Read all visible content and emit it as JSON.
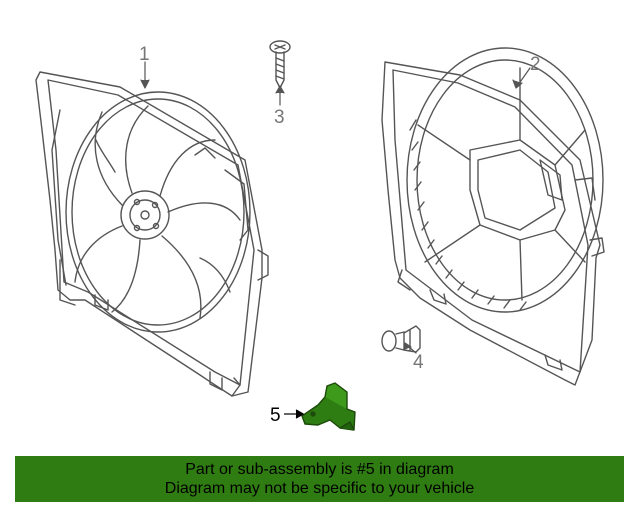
{
  "callouts": {
    "c1": "1",
    "c2": "2",
    "c3": "3",
    "c4": "4",
    "c5": "5"
  },
  "banner": {
    "line1": "Part or sub-assembly is #5 in diagram",
    "line2": "Diagram may not be specific to your vehicle"
  },
  "colors": {
    "line": "#555555",
    "highlight_part": "#2e7d12",
    "banner_bg": "#2f7d12"
  }
}
